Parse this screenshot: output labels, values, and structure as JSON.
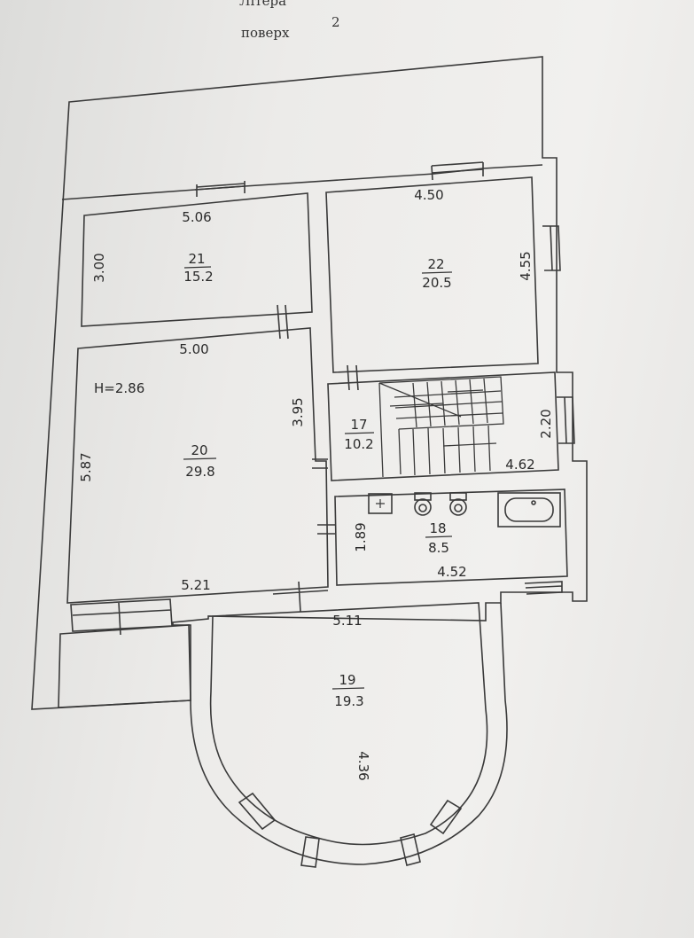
{
  "header": {
    "litera_label": "Літера",
    "floor_label": "поверх",
    "floor_number": "2"
  },
  "height_note": "H=2.86",
  "rooms": [
    {
      "id": "21",
      "area": "15.2",
      "dims": [
        "5.06",
        "3.00"
      ]
    },
    {
      "id": "22",
      "area": "20.5",
      "dims": [
        "4.50",
        "4.55"
      ]
    },
    {
      "id": "20",
      "area": "29.8",
      "dims": [
        "5.00",
        "3.95",
        "5.87",
        "5.21"
      ]
    },
    {
      "id": "17",
      "area": "10.2",
      "dims": [
        "2.20",
        "4.62"
      ]
    },
    {
      "id": "18",
      "area": "8.5",
      "dims": [
        "1.89",
        "4.52"
      ]
    },
    {
      "id": "19",
      "area": "19.3",
      "dims": [
        "5.11",
        "4.36"
      ]
    }
  ]
}
